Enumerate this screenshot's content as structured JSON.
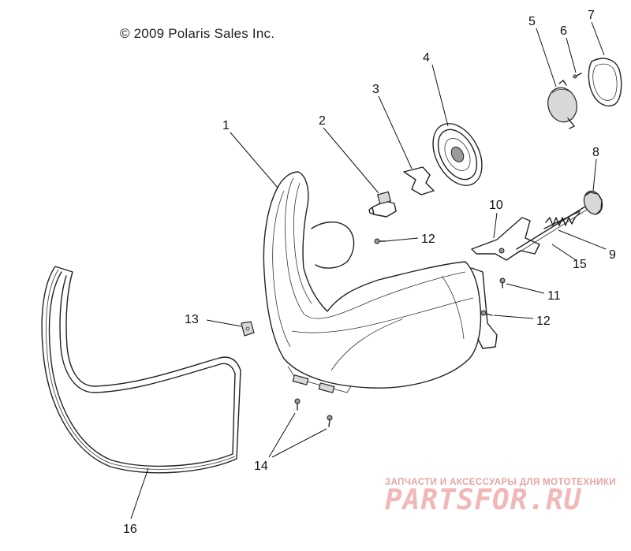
{
  "copyright": "© 2009 Polaris Sales Inc.",
  "callouts": [
    "1",
    "2",
    "3",
    "4",
    "5",
    "6",
    "7",
    "8",
    "9",
    "10",
    "11",
    "12",
    "12",
    "13",
    "14",
    "15",
    "16"
  ],
  "watermark": {
    "tagline": "ЗАПЧАСТИ И АКСЕССУАРЫ ДЛЯ МОТОТЕХНИКИ",
    "logo": "PARTSFOR.RU"
  },
  "colors": {
    "line": "#222222",
    "watermark": "#f2b8b8"
  }
}
